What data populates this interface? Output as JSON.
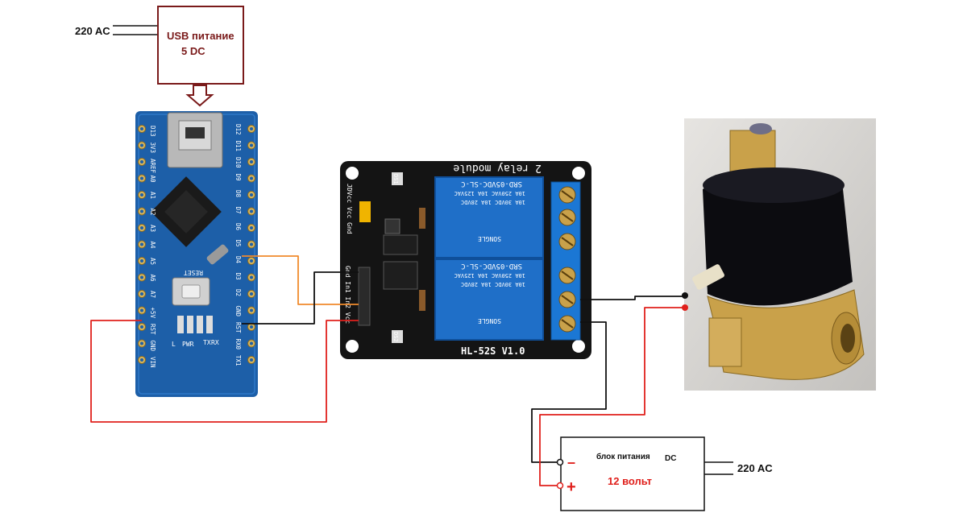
{
  "usb_supply": {
    "title": "USB питание",
    "voltage": "5 DC",
    "input_label": "220 AC"
  },
  "arduino": {
    "left_pins": [
      "D13",
      "3V3",
      "AREF",
      "A0",
      "A1",
      "A2",
      "A3",
      "A4",
      "A5",
      "A6",
      "A7",
      "+5V",
      "RST",
      "GND",
      "VIN"
    ],
    "right_pins": [
      "D12",
      "D11",
      "D10",
      "D9",
      "D8",
      "D7",
      "D6",
      "D5",
      "D4",
      "D3",
      "D2",
      "GND",
      "RST",
      "RX0",
      "TX1"
    ],
    "reset_label": "RESET",
    "led_labels": [
      "L",
      "PWR",
      "TX",
      "RX"
    ]
  },
  "relay_module": {
    "title": "2 relay module",
    "model": "HL-52S V1.0",
    "jumper_label": "JDVcc Vcc Gnd",
    "header_label": "Gnd In1 In2 Vcc",
    "led1": "DS1",
    "led2": "DS2",
    "relay_text": {
      "model": "SRD-05VDC-SL-C",
      "line1": "10A 250VAC  10A 125VAC",
      "line2": "10A 30VDC   10A 28VDC",
      "brand": "SONGLE"
    }
  },
  "power_supply_12v": {
    "title": "блок питания",
    "type": "DC",
    "voltage": "12 вольт",
    "minus": "–",
    "plus": "+",
    "input_label": "220 AC"
  },
  "colors": {
    "supply_box": "#7a1a1a",
    "wire_red": "#e0201c",
    "wire_orange": "#f08a2c",
    "wire_black": "#111111",
    "arduino_blue": "#1d5fa8",
    "relay_blue": "#1f6fc8",
    "valve_brass": "#c9a14a"
  }
}
